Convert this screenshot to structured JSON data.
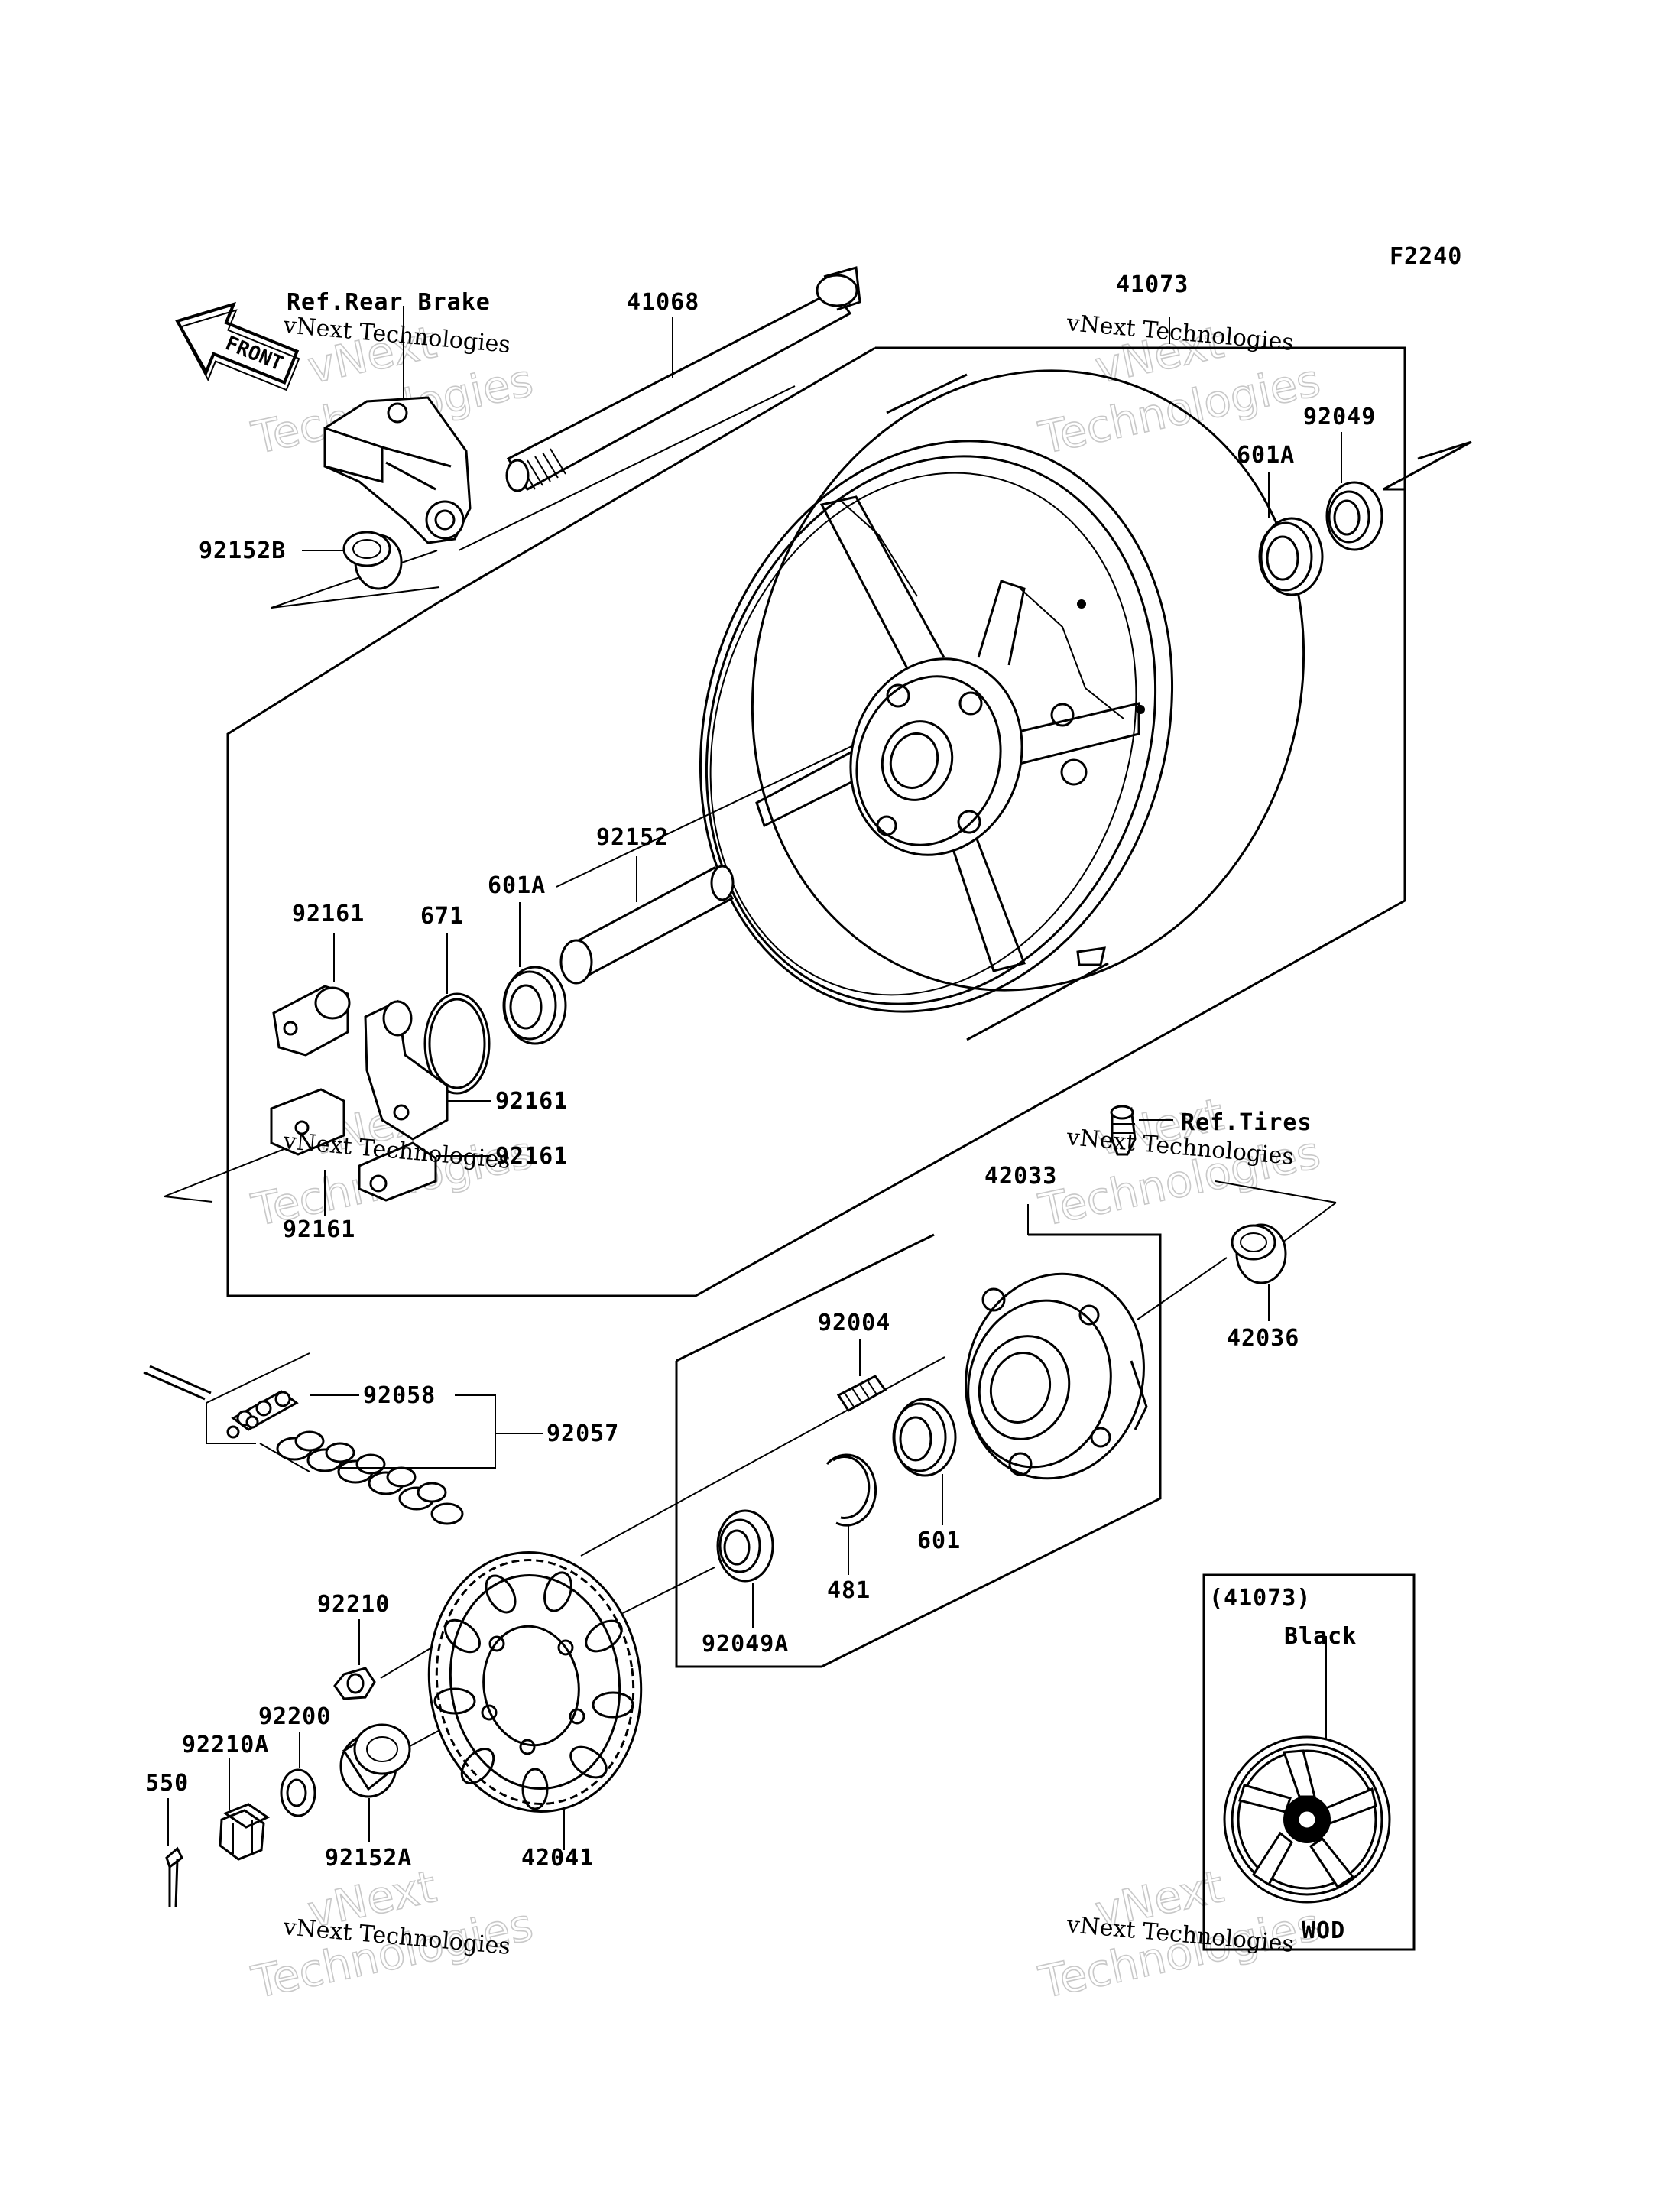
{
  "figure_code": "F2240",
  "front_arrow_label": "FRONT",
  "refs": {
    "rear_brake": "Ref.Rear Brake",
    "tires": "Ref.Tires"
  },
  "parts": {
    "axle": "41068",
    "wheel": "41073",
    "oil_seal_right": "92049",
    "bearing_right": "601A",
    "collar_left": "92152B",
    "hub_collar": "92152",
    "bearing_left": "601A",
    "o_ring": "671",
    "damper_top": "92161",
    "damper_mid": "92161",
    "damper_low": "92161",
    "damper_bottom": "92161",
    "sprocket_hub": "42033",
    "collar_coupling": "42036",
    "stud": "92004",
    "chain_link": "92058",
    "chain": "92057",
    "bearing_coupling": "601",
    "circlip": "481",
    "oil_seal_coupling": "92049A",
    "nut": "92210",
    "washer": "92200",
    "axle_nut": "92210A",
    "cotter_pin": "550",
    "collar_axle": "92152A",
    "sprocket": "42041"
  },
  "inset": {
    "part_ref": "(41073)",
    "color": "Black",
    "code": "WOD"
  },
  "watermark": {
    "text": "vNext Technologies",
    "ghost_top": "vNext",
    "ghost_bottom": "Technologies"
  }
}
